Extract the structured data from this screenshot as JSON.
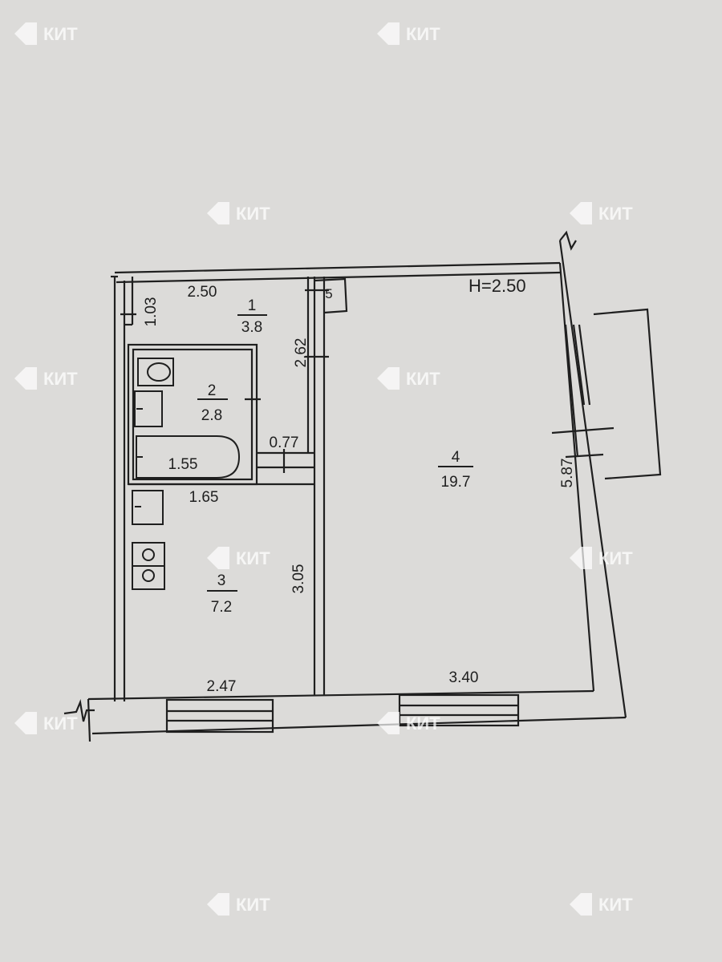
{
  "ceiling_height": "H=2.50",
  "rooms": [
    {
      "number": "1",
      "area": "3.8"
    },
    {
      "number": "2",
      "area": "2.8"
    },
    {
      "number": "3",
      "area": "7.2"
    },
    {
      "number": "4",
      "area": "19.7"
    }
  ],
  "dimensions": {
    "room1_width": "2.50",
    "room1_depth": "1.03",
    "corridor_length": "2.62",
    "closet": "5",
    "bath_length": "1.55",
    "passage_width": "0.77",
    "kitchen_top": "1.65",
    "kitchen_depth": "3.05",
    "kitchen_width": "2.47",
    "room4_width": "3.40",
    "room4_depth": "5.87"
  },
  "watermark": {
    "text": "КИТ"
  },
  "colors": {
    "paper": "#dcdbd9",
    "ink": "#1f1f1f",
    "watermark": "#ffffff"
  }
}
